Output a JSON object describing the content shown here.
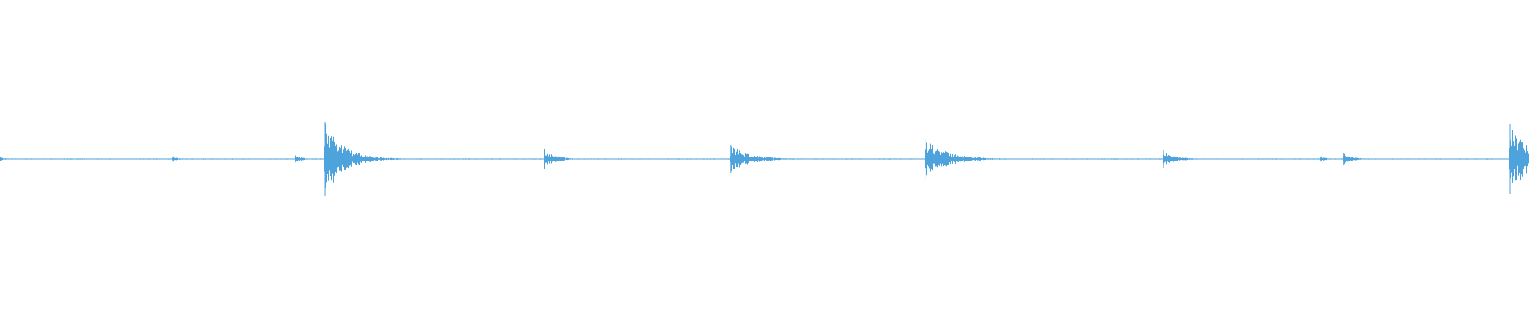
{
  "colors": {
    "background": "#ffffff",
    "waveform": "#4ea3dd"
  },
  "chart_data": {
    "type": "area",
    "title": "",
    "xlabel": "",
    "ylabel": "",
    "xlim": [
      0,
      1
    ],
    "ylim": [
      -1,
      1
    ],
    "grid": false,
    "legend": "none",
    "baseline_amplitude": 0.006,
    "series": [
      {
        "values_note_free": true,
        "bursts": [
          {
            "t": 0.0,
            "peak": 0.02,
            "decay": 0.004
          },
          {
            "t": 0.113,
            "peak": 0.03,
            "decay": 0.003
          },
          {
            "t": 0.193,
            "peak": 0.05,
            "decay": 0.004
          },
          {
            "t": 0.2125,
            "peak": 0.42,
            "decay": 0.012
          },
          {
            "t": 0.356,
            "peak": 0.11,
            "decay": 0.007
          },
          {
            "t": 0.478,
            "peak": 0.16,
            "decay": 0.012
          },
          {
            "t": 0.605,
            "peak": 0.23,
            "decay": 0.014
          },
          {
            "t": 0.761,
            "peak": 0.1,
            "decay": 0.007
          },
          {
            "t": 0.864,
            "peak": 0.03,
            "decay": 0.003
          },
          {
            "t": 0.879,
            "peak": 0.07,
            "decay": 0.005
          },
          {
            "t": 0.9875,
            "peak": 0.4,
            "decay": 0.012
          }
        ]
      }
    ]
  }
}
